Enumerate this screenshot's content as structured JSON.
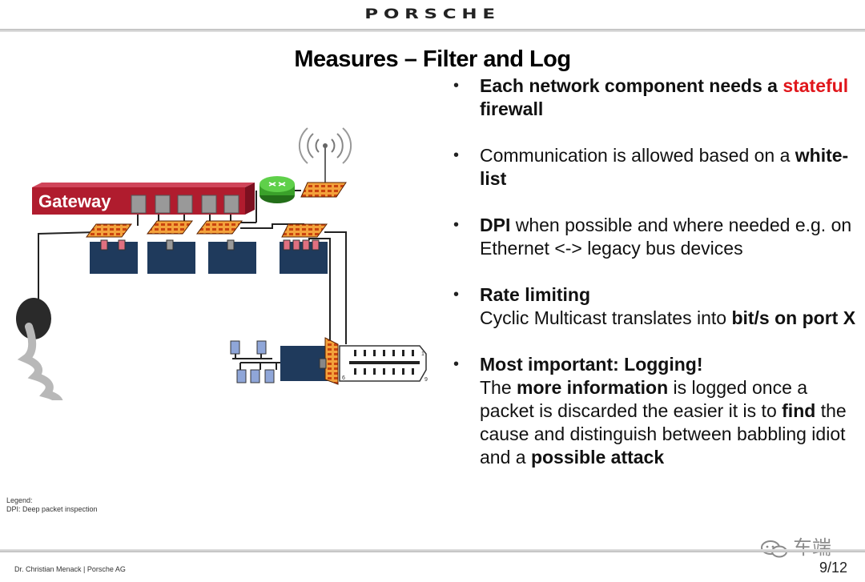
{
  "header": {
    "brand": "PORSCHE"
  },
  "slide": {
    "title": "Measures – Filter and Log"
  },
  "bullets": {
    "b1": {
      "part1": "Each network component needs a",
      "part2_red": "stateful",
      "part3": "firewall"
    },
    "b2": {
      "part1": "Communication is allowed based on a",
      "part2_bold": "white-list"
    },
    "b3": {
      "part1_bold": "DPI",
      "part2": "when possible and where needed e.g. on Ethernet <-> legacy bus devices"
    },
    "b4": {
      "heading": "Rate limiting",
      "part1": "Cyclic Multicast translates into",
      "part2_bold": "bit/s on port X"
    },
    "b5": {
      "heading": "Most important: Logging!",
      "part1": "The",
      "part2_bold": "more information",
      "part3": "is logged once a packet is discarded the easier it is to",
      "part4_bold": "find",
      "part5": "the cause and distinguish between babbling idiot and a",
      "part6_bold": "possible attack"
    }
  },
  "diagram": {
    "gateway_label": "Gateway",
    "connector_pin_1": "1",
    "connector_pin_6": "6",
    "connector_pin_9": "9",
    "colors": {
      "gateway": "#b01c2e",
      "ecu": "#1f3a5c",
      "firewall": "#f08a1c",
      "router": "#3aa12a"
    }
  },
  "legend": {
    "title": "Legend:",
    "line1": "DPI: Deep packet inspection"
  },
  "footer": {
    "author": "Dr. Christian Menack | Porsche AG",
    "page": "9/12"
  },
  "watermark": {
    "text": "车端",
    "icon": "wechat-icon"
  }
}
